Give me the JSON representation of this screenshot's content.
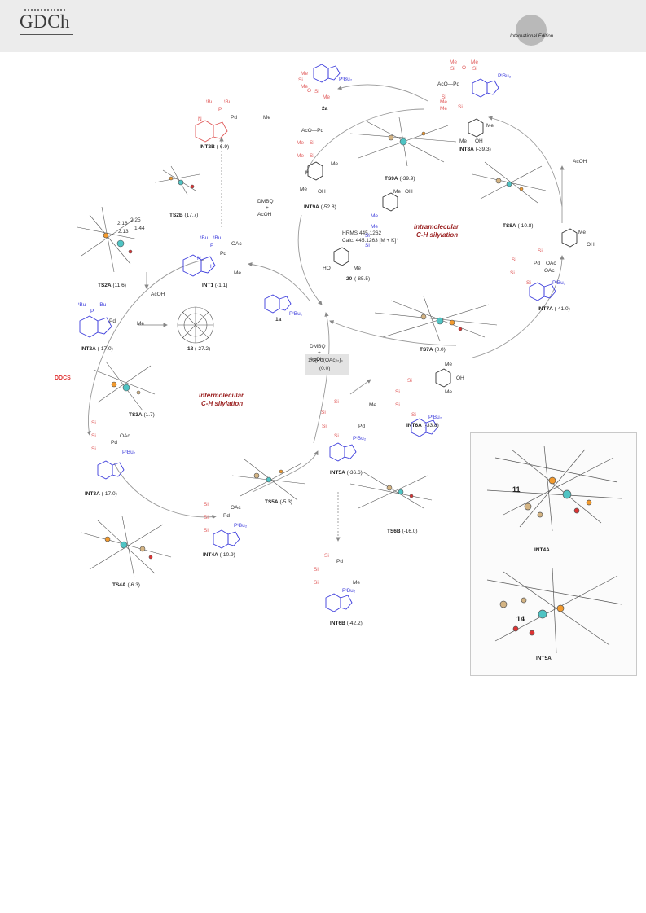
{
  "header": {
    "logo": "GDCh",
    "edition": "International Edition"
  },
  "figure": {
    "cycle_titles": {
      "inter_line1": "Intermolecular",
      "inter_line2": "C-H silylation",
      "intra_line1": "Intramolecular",
      "intra_line2": "C-H silylation"
    },
    "reagents": {
      "acoh_1": "AcOH",
      "acoh_2": "AcOH",
      "acoh_3": "AcOH",
      "dmbq_1": "DMBQ",
      "plus_1": "+",
      "acoh_4": "AcOH",
      "dmbq_2": "DMBQ",
      "plus_2": "+",
      "acoh_5": "AcOH",
      "ddcs": "DDCS",
      "center_line1": "1/3[Pd(OAc)₂]₃",
      "center_line2": "(0.0)",
      "indole": "1a"
    },
    "hrms": {
      "line1": "HRMS  445.1262",
      "line2": "Calc. 445.1263 [M + K]⁺",
      "compound": "20",
      "energy": "(-85.5)"
    },
    "species": [
      {
        "name": "INT2B",
        "energy": "(-6.9)"
      },
      {
        "name": "TS2B",
        "energy": "(17.7)"
      },
      {
        "name": "TS2A",
        "energy": "(11.6)"
      },
      {
        "name": "INT1",
        "energy": "(-1.1)"
      },
      {
        "name": "INT2A",
        "energy": "(-17.0)"
      },
      {
        "name": "18",
        "energy": "(-27.2)"
      },
      {
        "name": "TS3A",
        "energy": "(1.7)"
      },
      {
        "name": "INT3A",
        "energy": "(-17.0)"
      },
      {
        "name": "TS4A",
        "energy": "(-6.3)"
      },
      {
        "name": "INT4A",
        "energy": "(-10.9)"
      },
      {
        "name": "TS5A",
        "energy": "(-5.3)"
      },
      {
        "name": "INT5A",
        "energy": "(-36.6)"
      },
      {
        "name": "TS6B",
        "energy": "(-16.0)"
      },
      {
        "name": "INT6B",
        "energy": "(-42.2)"
      },
      {
        "name": "INT6A",
        "energy": "(-33.8)"
      },
      {
        "name": "TS7A",
        "energy": "(0.0)"
      },
      {
        "name": "INT7A",
        "energy": "(-41.0)"
      },
      {
        "name": "TS8A",
        "energy": "(-10.8)"
      },
      {
        "name": "INT8A",
        "energy": "(-39.3)"
      },
      {
        "name": "TS9A",
        "energy": "(-39.9)"
      },
      {
        "name": "INT9A",
        "energy": "(-52.8)"
      },
      {
        "name": "2a",
        "energy": ""
      }
    ],
    "bond_lengths": {
      "a": "2.18",
      "b": "2.25",
      "c": "1.44",
      "d": "2.13"
    },
    "panel": {
      "top_label": "INT4A",
      "top_ring": "11",
      "bottom_label": "INT5A",
      "bottom_ring": "14"
    },
    "chem_text": {
      "me": "Me",
      "si": "Si",
      "o": "O",
      "pd": "Pd",
      "oac": "OAc",
      "pbu2": "PᵗBu₂",
      "tbu": "ᵗBu",
      "oh": "OH",
      "ho": "HO",
      "aco_pd": "AcO—Pd",
      "n": "N",
      "p": "P",
      "h": "H"
    }
  }
}
